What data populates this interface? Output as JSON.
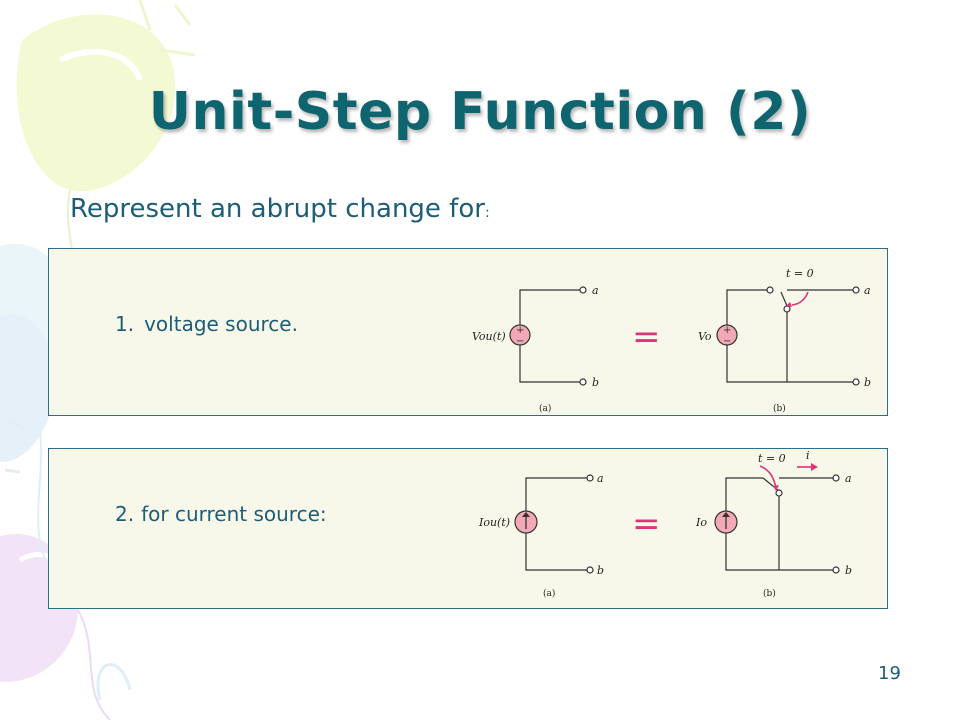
{
  "slide": {
    "title": "Unit-Step Function (2)",
    "subtitle": "Represent an abrupt change for",
    "subtitle_colon": ":",
    "items": [
      {
        "number": "1.",
        "text": "voltage source."
      },
      {
        "number": "2.",
        "text": "for current source:"
      }
    ],
    "page_number": "19"
  },
  "circuits": {
    "voltage": {
      "a_label": "Vou(t)",
      "b_label": "Vo",
      "switch_label": "t = 0",
      "node_top": "a",
      "node_bottom": "b",
      "caption_a": "(a)",
      "caption_b": "(b)",
      "equals": "="
    },
    "current": {
      "a_label": "Iou(t)",
      "b_label": "Io",
      "switch_label": "t = 0",
      "current_label": "i",
      "node_top": "a",
      "node_bottom": "b",
      "caption_a": "(a)",
      "caption_b": "(b)",
      "equals": "="
    }
  },
  "colors": {
    "title": "#0e6570",
    "text": "#1e5d76",
    "panel_bg": "#f8f8ea",
    "panel_border": "#2b6e86",
    "accent": "#e0337a",
    "source_fill": "#f3a8b5"
  }
}
